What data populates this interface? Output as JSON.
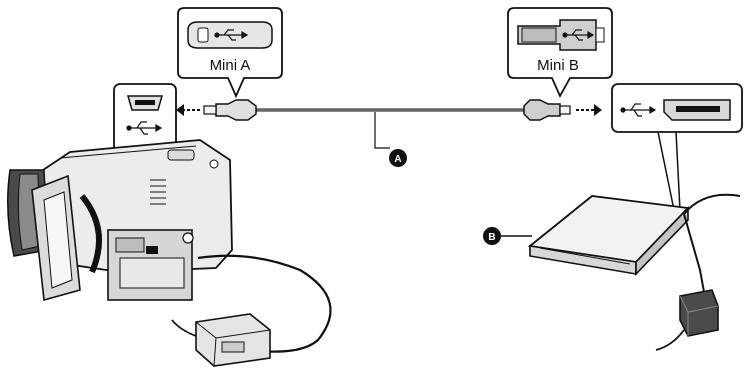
{
  "connectors": {
    "mini_a_label": "Mini A",
    "mini_b_label": "Mini B"
  },
  "markers": {
    "cable": "A",
    "drive": "B"
  },
  "icons": [
    "usb-symbol-icon",
    "mini-a-plug-icon",
    "mini-b-plug-icon",
    "usb-port-icon",
    "camcorder-icon",
    "ac-adaptor-icon",
    "external-drive-icon",
    "arrow-icon"
  ],
  "colors": {
    "line": "#111111",
    "fill_light": "#e8e8e8",
    "fill_mid": "#c8c8c8",
    "marker_bg": "#111111"
  }
}
